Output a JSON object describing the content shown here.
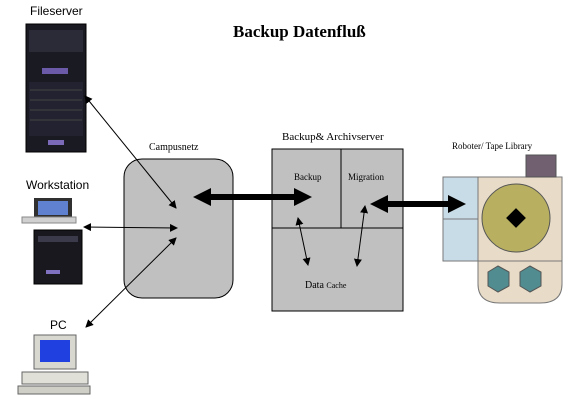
{
  "title": "Backup Datenfluß",
  "devices": {
    "fileserver": "Fileserver",
    "workstation": "Workstation",
    "pc": "PC"
  },
  "network": {
    "label": "Campusnetz"
  },
  "server": {
    "label": "Backup& Archivserver",
    "backup": "Backup",
    "migration": "Migration",
    "cache_main": "Data",
    "cache_small": "Cache"
  },
  "library": {
    "label": "Roboter/ Tape Library"
  },
  "colors": {
    "box_fill": "#c0c0c0",
    "library_fill": "#e8dcc8",
    "library_drive": "#c8dce8",
    "disk": "#b8b060",
    "tape": "#508c90",
    "monitor_blue": "#2040e0"
  }
}
